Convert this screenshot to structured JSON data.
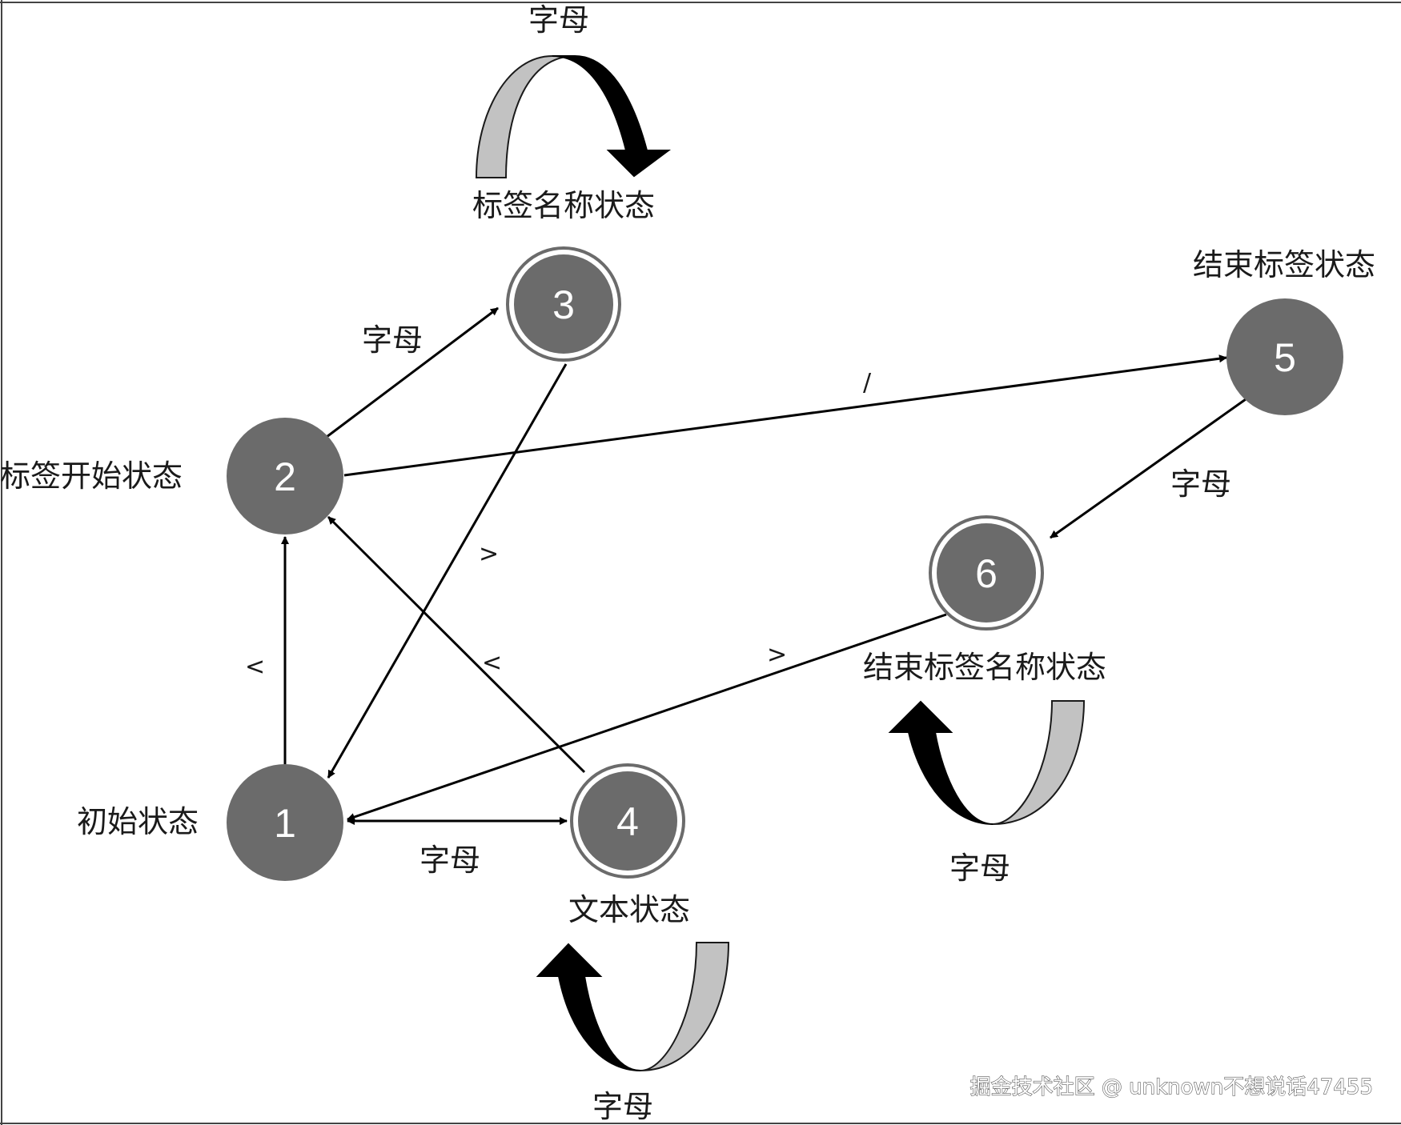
{
  "states": {
    "s1": {
      "number": "1",
      "label": "初始状态"
    },
    "s2": {
      "number": "2",
      "label": "标签开始状态"
    },
    "s3": {
      "number": "3",
      "label": "标签名称状态"
    },
    "s4": {
      "number": "4",
      "label": "文本状态"
    },
    "s5": {
      "number": "5",
      "label": "结束标签状态"
    },
    "s6": {
      "number": "6",
      "label": "结束标签名称状态"
    }
  },
  "transitions": {
    "t1_2": "<",
    "t2_3": "字母",
    "t2_5": "/",
    "t3_1": ">",
    "t1_4": "字母",
    "t4_2": "<",
    "t5_6": "字母",
    "t6_1": ">",
    "loop3": "字母",
    "loop4": "字母",
    "loop6": "字母"
  },
  "colors": {
    "node_fill": "#6b6b6b",
    "ring": "#6b6b6b",
    "arc_light": "#c2c2c2",
    "arc_dark": "#000000"
  },
  "watermark": "掘金技术社区 @ unknown不想说话47455"
}
